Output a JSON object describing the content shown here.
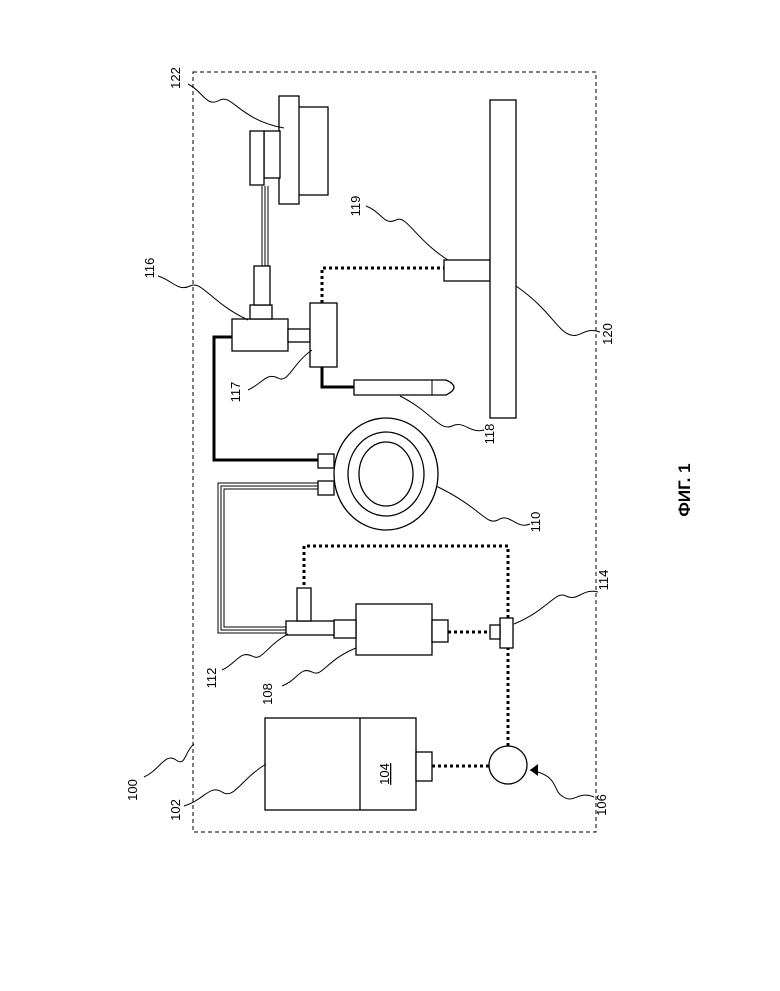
{
  "figure": {
    "caption": "ФИГ. 1",
    "labels": {
      "l100": "100",
      "l102": "102",
      "l104": "104",
      "l106": "106",
      "l108": "108",
      "l110": "110",
      "l112": "112",
      "l114": "114",
      "l116": "116",
      "l117": "117",
      "l118": "118",
      "l119": "119",
      "l120": "120",
      "l122": "122"
    }
  }
}
